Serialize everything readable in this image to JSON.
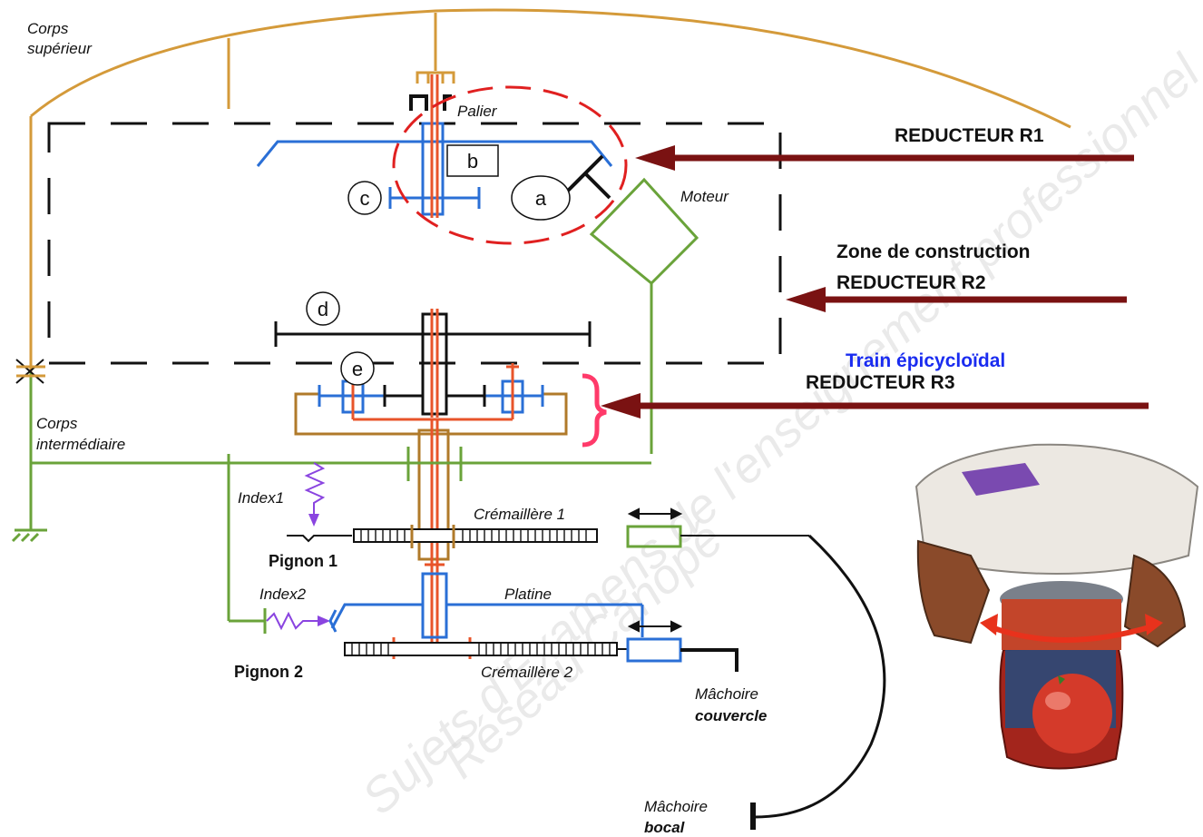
{
  "labels": {
    "corps_superieur_1": "Corps",
    "corps_superieur_2": "supérieur",
    "palier": "Palier",
    "moteur": "Moteur",
    "corps_intermediaire_1": "Corps",
    "corps_intermediaire_2": "intermédiaire",
    "index1": "Index1",
    "index2": "Index2",
    "cremaillere1": "Crémaillère 1",
    "cremaillere2": "Crémaillère 2",
    "platine": "Platine",
    "pignon1": "Pignon 1",
    "pignon2": "Pignon 2",
    "machoire_couvercle_1": "Mâchoire",
    "machoire_couvercle_2": "couvercle",
    "machoire_bocal_1": "Mâchoire",
    "machoire_bocal_2": "bocal"
  },
  "callouts": {
    "a": "a",
    "b": "b",
    "c": "c",
    "d": "d",
    "e": "e"
  },
  "annotations": {
    "reducteur_r1": "REDUCTEUR R1",
    "zone_construction": "Zone de construction",
    "reducteur_r2": "REDUCTEUR R2",
    "train_epicycloidal": "Train épicycloïdal",
    "reducteur_r3": "REDUCTEUR R3"
  },
  "watermark": {
    "line1": "Sujets d'Examens de l'enseignement professionnel",
    "line2": "Réseau Canopé"
  },
  "colors": {
    "frame_upper": "#d49a3a",
    "frame_intermediate": "#6aa33a",
    "motor": "#6aa33a",
    "gear_blue": "#2a6fd6",
    "shaft_orange": "#e8542a",
    "planet_carrier": "#b07a2a",
    "arrow_dark_red": "#7a1212",
    "highlight_red": "#e02020",
    "brace_pink": "#ff3a6a",
    "index_purple": "#8a44e0",
    "emphasis_blue": "#1a2cf0"
  }
}
